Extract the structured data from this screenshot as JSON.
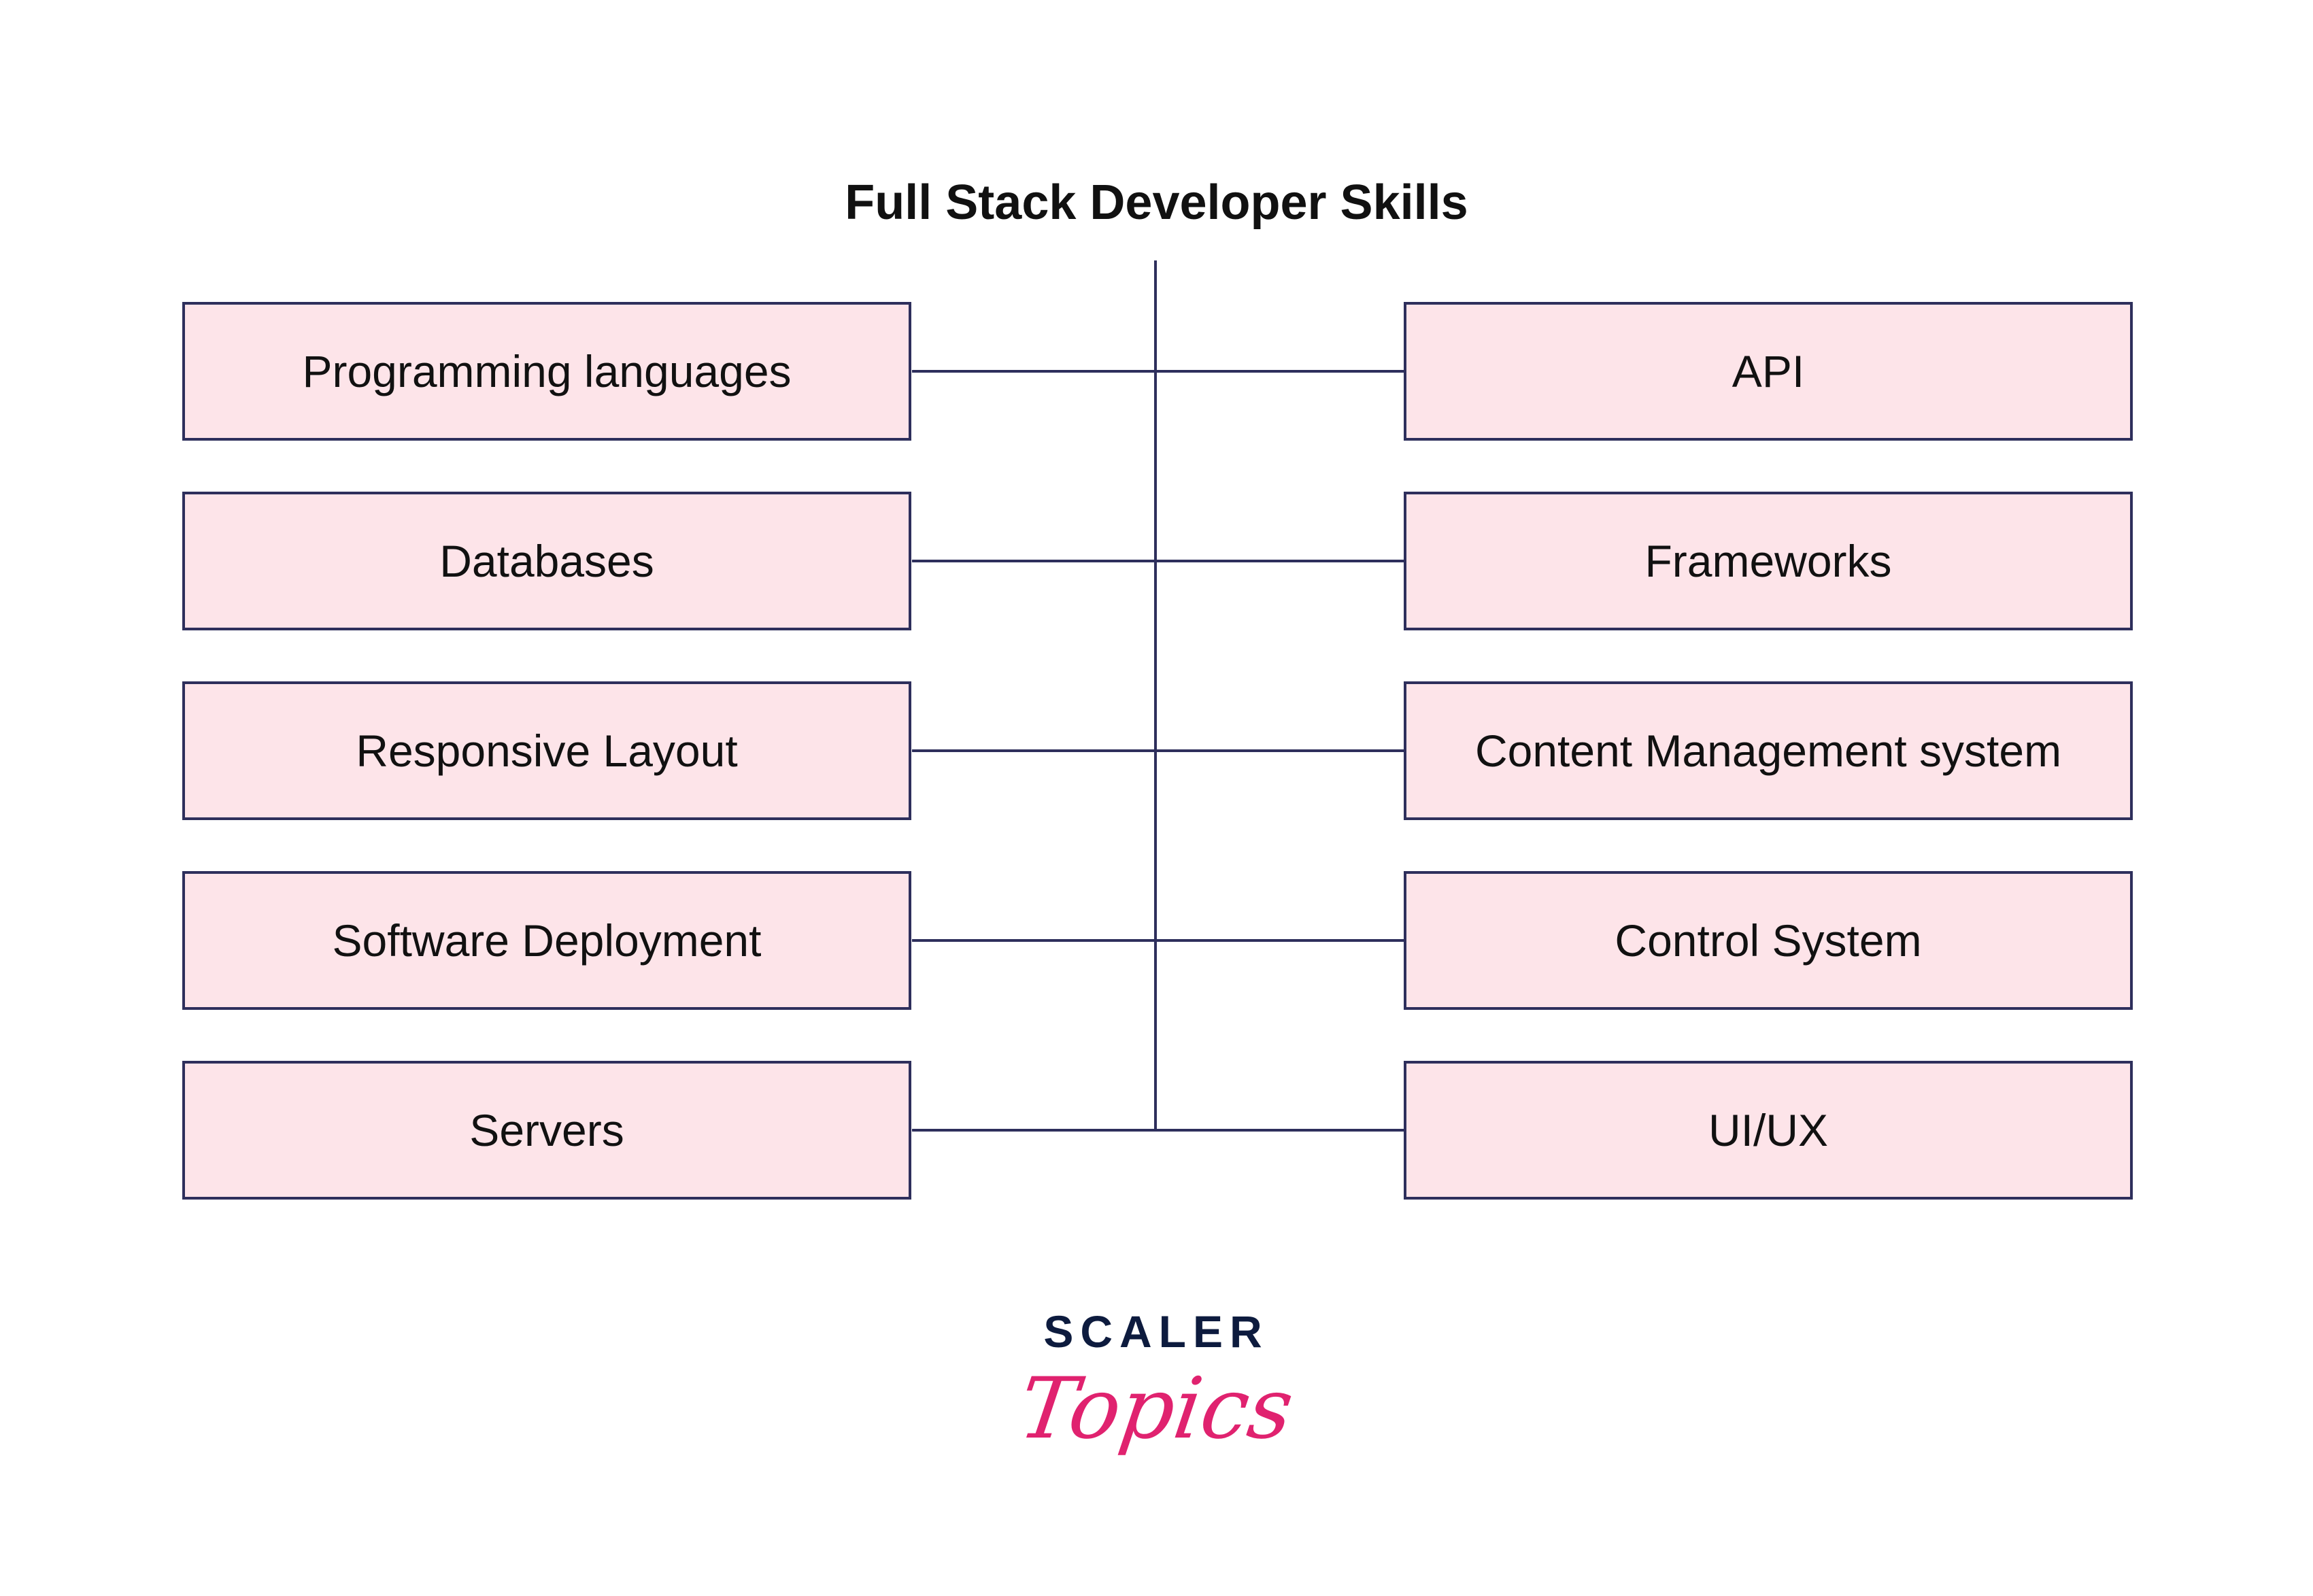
{
  "title": "Full Stack Developer Skills",
  "left_skills": [
    "Programming languages",
    "Databases",
    "Responsive Layout",
    "Software Deployment",
    "Servers"
  ],
  "right_skills": [
    "API",
    "Frameworks",
    "Content Management system",
    "Control System",
    "UI/UX"
  ],
  "logo": {
    "word": "SCALER",
    "script": "Topics"
  },
  "colors": {
    "box_fill": "#fde4e9",
    "border": "#2e2f5c",
    "text": "#111111",
    "logo_dark": "#0d1b3e",
    "logo_pink": "#e0226f"
  }
}
